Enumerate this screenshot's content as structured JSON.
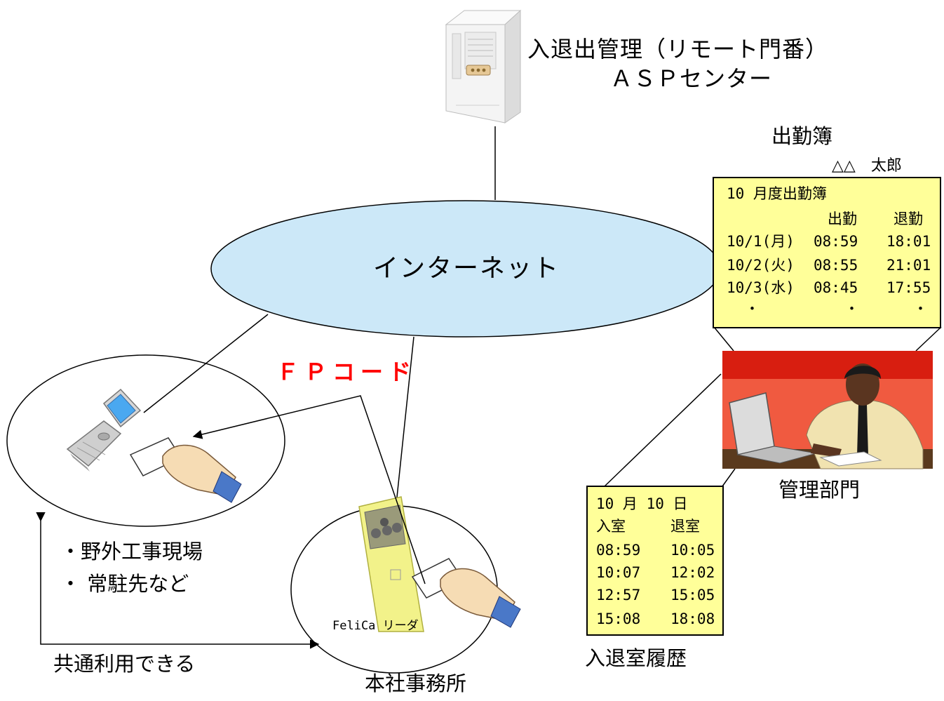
{
  "server": {
    "title_line1": "入退出管理（リモート門番）",
    "title_line2": "ＡＳＰセンター"
  },
  "internet": {
    "label": "インターネット"
  },
  "fp_code": {
    "label": "ＦＰコード",
    "color": "#ff0000"
  },
  "attendance": {
    "section_title": "出勤簿",
    "person": "△△　太郎",
    "sheet_title": "10 月度出勤簿",
    "col_in": "出勤",
    "col_out": "退勤",
    "rows": [
      {
        "date": "10/1(月)",
        "in": "08:59",
        "out": "18:01"
      },
      {
        "date": "10/2(火)",
        "in": "08:55",
        "out": "21:01"
      },
      {
        "date": "10/3(水)",
        "in": "08:45",
        "out": "17:55"
      }
    ],
    "ellipsis": "・"
  },
  "management": {
    "label": "管理部門"
  },
  "room_history": {
    "date": "10 月 10 日",
    "col_in": "入室",
    "col_out": "退室",
    "rows": [
      {
        "in": "08:59",
        "out": "10:05"
      },
      {
        "in": "10:07",
        "out": "12:02"
      },
      {
        "in": "12:57",
        "out": "15:05"
      },
      {
        "in": "15:08",
        "out": "18:08"
      }
    ],
    "caption": "入退室履歴"
  },
  "field_site": {
    "line1": "・野外工事現場",
    "line2": "・ 常駐先など"
  },
  "office": {
    "reader_label": "FeliCa リーダ",
    "caption": "本社事務所"
  },
  "shared_use": {
    "label": "共通利用できる"
  },
  "colors": {
    "cloud": "#cce8f8",
    "note": "#ffff99",
    "reader": "#f2f28a",
    "banner": "#e8301f"
  }
}
